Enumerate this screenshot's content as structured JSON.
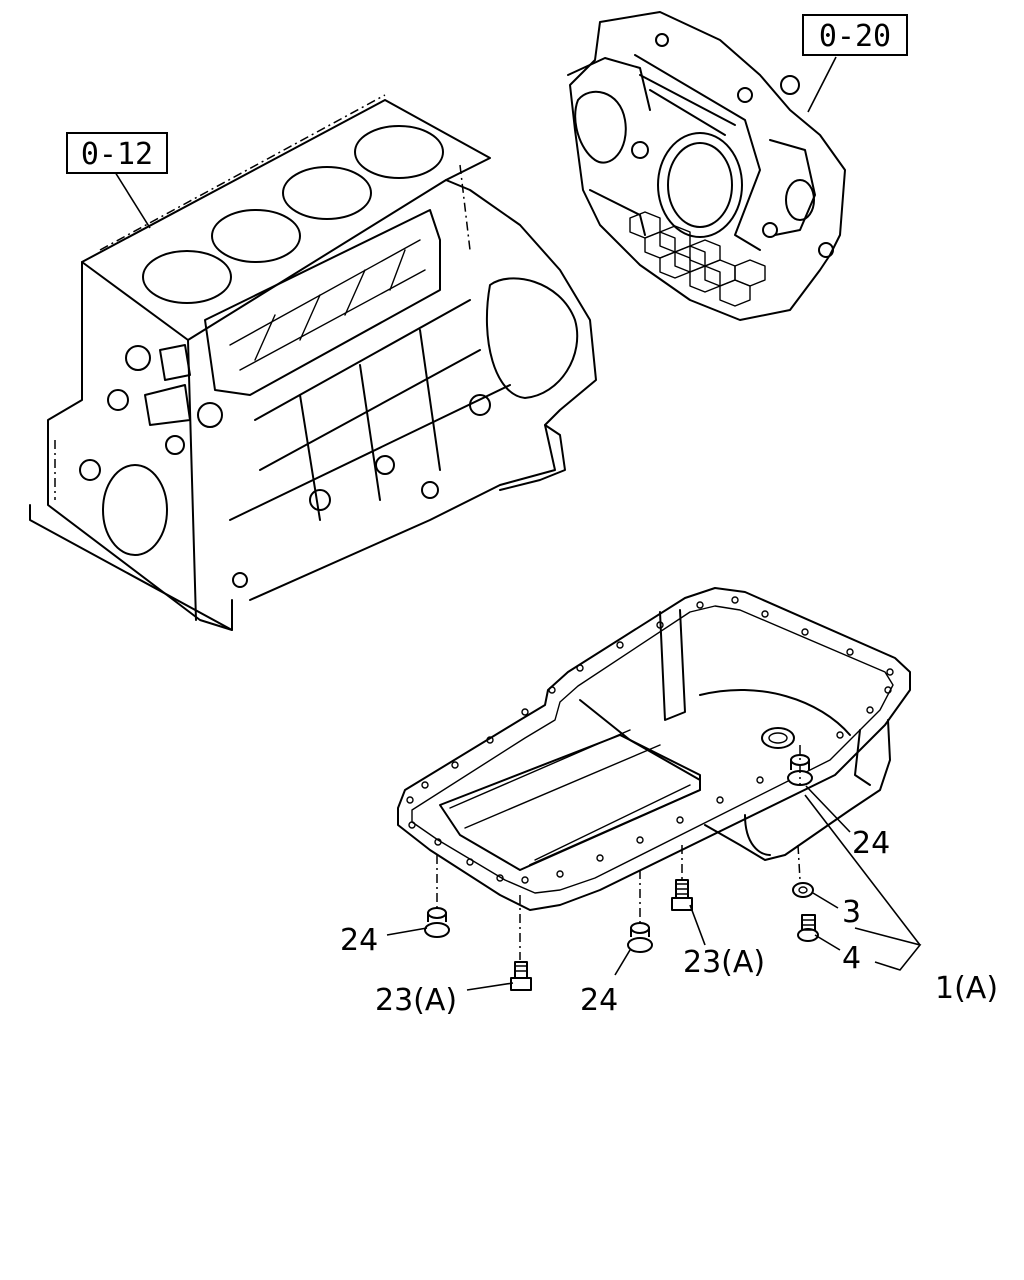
{
  "refs": {
    "cylinder_block": "0-12",
    "flywheel_housing": "0-20"
  },
  "callouts": {
    "nut_right": "24",
    "washer": "3",
    "drain_plug": "4",
    "oil_pan_assy": "1(A)",
    "bolt_center": "23(A)",
    "nut_left": "24",
    "bolt_left": "23(A)",
    "nut_center": "24"
  }
}
